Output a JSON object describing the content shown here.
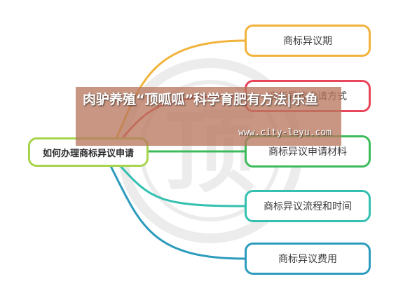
{
  "mindmap": {
    "root": {
      "label": "如何办理商标异议申请"
    },
    "branches": [
      {
        "label": "商标异议期",
        "color": "#f2b33c"
      },
      {
        "label": "商标异议申请方式",
        "color": "#e8465a"
      },
      {
        "label": "商标异议申请材料",
        "color": "#3dbb5b"
      },
      {
        "label": "商标异议流程和时间",
        "color": "#33c0b0"
      },
      {
        "label": "商标异议费用",
        "color": "#2c9bbd"
      }
    ]
  },
  "overlay": {
    "title": "肉驴养殖“顶呱呱”科学育肥有方法|乐鱼",
    "url": "www.city-leyu.com"
  },
  "watermark": {
    "glyph": "顶"
  }
}
